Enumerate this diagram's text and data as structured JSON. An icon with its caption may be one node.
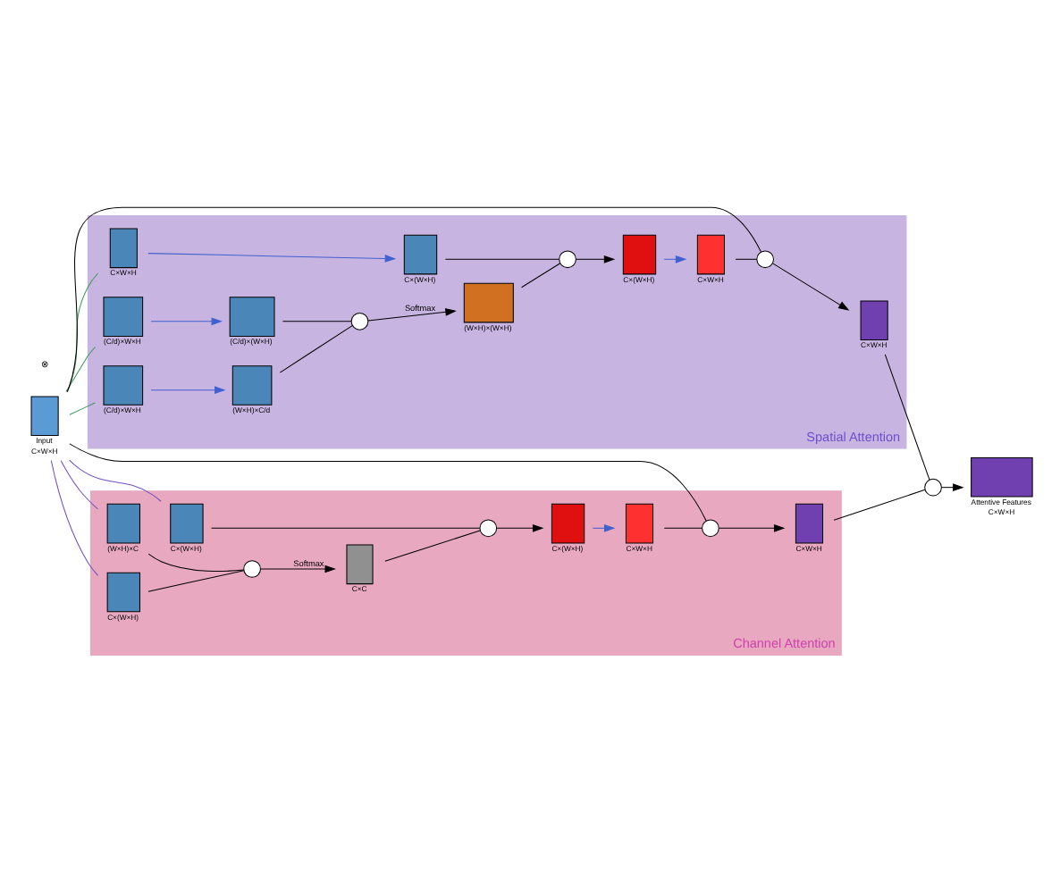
{
  "diagram": {
    "nodes": [
      {
        "text": [
          "Spatial Attention"
        ]
      },
      {
        "text": [
          "Channel Attention"
        ]
      },
      {
        "text": [],
        "shape": "box",
        "beside": [
          "Input",
          "C×W×H"
        ]
      },
      {
        "text": [],
        "shape": "box",
        "in": 0,
        "beside": [
          "(C/d)×W×H"
        ]
      },
      {
        "text": [],
        "shape": "box",
        "in": 0,
        "beside": [
          "(C/d)×W×H"
        ]
      },
      {
        "text": [],
        "shape": "box",
        "in": 0,
        "beside": [
          "C×W×H"
        ]
      },
      {
        "text": [],
        "shape": "box",
        "in": 0,
        "beside": [
          "(C/d)×(W×H)"
        ]
      },
      {
        "text": [],
        "shape": "box",
        "in": 0,
        "beside": [
          "(W×H)×C/d"
        ]
      },
      {
        "text": [],
        "shape": "box",
        "in": 0,
        "beside": [
          "C×(W×H)"
        ]
      },
      {
        "text": [],
        "shape": "circle",
        "in": 0
      },
      {
        "text": [],
        "shape": "box",
        "in": 0,
        "beside": [
          "(W×H)×(W×H)"
        ]
      },
      {
        "text": [],
        "shape": "circle",
        "in": 0
      },
      {
        "text": [],
        "shape": "box",
        "in": 0,
        "beside": [
          "C×(W×H)"
        ]
      },
      {
        "text": [],
        "shape": "box",
        "in": 0,
        "beside": [
          "C×W×H"
        ]
      },
      {
        "text": [],
        "shape": "circle",
        "in": 0
      },
      {
        "text": [],
        "shape": "box",
        "in": 0,
        "beside": [
          "C×W×H"
        ]
      },
      {
        "text": [],
        "shape": "box",
        "in": 1,
        "beside": [
          "C×(W×H)"
        ]
      },
      {
        "text": [],
        "shape": "box",
        "in": 1,
        "beside": [
          "(W×H)×C"
        ]
      },
      {
        "text": [],
        "shape": "box",
        "in": 1,
        "beside": [
          "C×(W×H)"
        ]
      },
      {
        "text": [],
        "shape": "circle",
        "in": 1
      },
      {
        "text": [],
        "shape": "box",
        "in": 1,
        "beside": [
          "C×C"
        ]
      },
      {
        "text": [],
        "shape": "circle",
        "in": 1
      },
      {
        "text": [],
        "shape": "box",
        "in": 1,
        "beside": [
          "C×(W×H)"
        ]
      },
      {
        "text": [],
        "shape": "box",
        "in": 1,
        "beside": [
          "C×W×H"
        ]
      },
      {
        "text": [],
        "shape": "circle",
        "in": 1
      },
      {
        "text": [],
        "shape": "box",
        "in": 1,
        "beside": [
          "C×W×H"
        ]
      },
      {
        "text": [],
        "shape": "circle"
      },
      {
        "text": [],
        "shape": "box",
        "beside": [
          "Attentive Features",
          "C×W×H"
        ]
      }
    ],
    "edges": [
      {
        "from": 2,
        "to": 3,
        "arrow": "none",
        "color": "#3a9a5a"
      },
      {
        "from": 2,
        "to": 4,
        "arrow": "none",
        "color": "#3a9a5a"
      },
      {
        "from": 2,
        "to": 5,
        "arrow": "none",
        "color": "#3a9a5a"
      },
      {
        "from": 2,
        "to": 16,
        "arrow": "none",
        "color": "#7050c0"
      },
      {
        "from": 2,
        "to": 17,
        "arrow": "none",
        "color": "#7050c0"
      },
      {
        "from": 2,
        "to": 18,
        "arrow": "none",
        "color": "#7050c0"
      },
      {
        "from": 3,
        "to": 6,
        "arrow": "to",
        "color": "#4060d0"
      },
      {
        "from": 4,
        "to": 7,
        "arrow": "to",
        "color": "#4060d0"
      },
      {
        "from": 5,
        "to": 8,
        "arrow": "to",
        "color": "#4060d0"
      },
      {
        "from": 6,
        "to": 9,
        "arrow": "none"
      },
      {
        "from": 7,
        "to": 9,
        "arrow": "none"
      },
      {
        "from": 9,
        "to": 10,
        "arrow": "to",
        "label": "Softmax"
      },
      {
        "from": 10,
        "to": 11,
        "arrow": "none"
      },
      {
        "from": 8,
        "to": 11,
        "arrow": "none"
      },
      {
        "from": 11,
        "to": 12,
        "arrow": "to"
      },
      {
        "from": 12,
        "to": 13,
        "arrow": "to",
        "color": "#4060d0"
      },
      {
        "from": 13,
        "to": 14,
        "arrow": "none"
      },
      {
        "from": 2,
        "to": 14,
        "arrow": "none"
      },
      {
        "from": 14,
        "to": 15,
        "arrow": "to"
      },
      {
        "from": 16,
        "to": 19,
        "arrow": "none"
      },
      {
        "from": 17,
        "to": 19,
        "arrow": "none"
      },
      {
        "from": 19,
        "to": 20,
        "arrow": "to",
        "label": "Softmax"
      },
      {
        "from": 20,
        "to": 21,
        "arrow": "none"
      },
      {
        "from": 18,
        "to": 21,
        "arrow": "none"
      },
      {
        "from": 21,
        "to": 22,
        "arrow": "to"
      },
      {
        "from": 22,
        "to": 23,
        "arrow": "to",
        "color": "#4060d0"
      },
      {
        "from": 23,
        "to": 24,
        "arrow": "none"
      },
      {
        "from": 2,
        "to": 24,
        "arrow": "none"
      },
      {
        "from": 24,
        "to": 25,
        "arrow": "to"
      },
      {
        "from": 15,
        "to": 26,
        "arrow": "none"
      },
      {
        "from": 25,
        "to": 26,
        "arrow": "none"
      },
      {
        "from": 26,
        "to": 27,
        "arrow": "to"
      }
    ],
    "labels": [
      "⊗"
    ]
  }
}
